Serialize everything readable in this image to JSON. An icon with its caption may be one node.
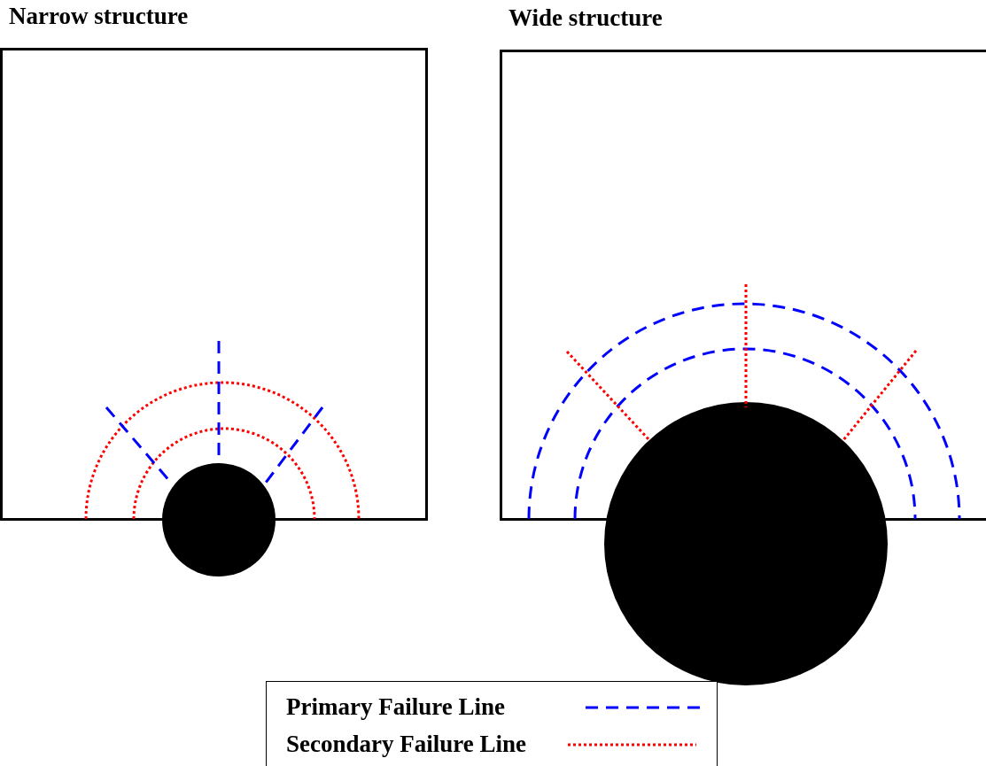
{
  "diagram": {
    "nodes": [
      {
        "text": [
          "Narrow structure"
        ]
      },
      {
        "text": [
          "Wide structure"
        ]
      },
      {
        "text": [],
        "shape": "circle"
      },
      {
        "text": [],
        "shape": "circle"
      }
    ],
    "legend": [
      {
        "text": "Primary Failure Line"
      },
      {
        "text": "Secondary Failure Line"
      }
    ]
  }
}
